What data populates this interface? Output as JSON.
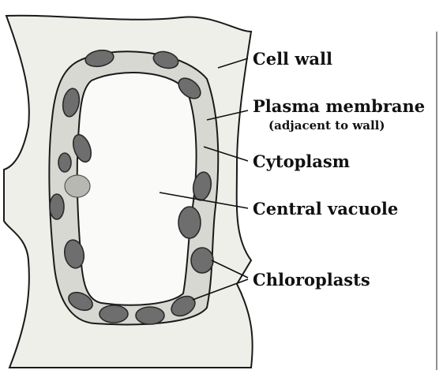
{
  "labels": {
    "cell_wall": "Cell wall",
    "plasma_membrane": "Plasma membrane",
    "plasma_membrane_note": "(adjacent to wall)",
    "cytoplasm": "Cytoplasm",
    "central_vacuole": "Central vacuole",
    "chloroplasts": "Chloroplasts"
  },
  "colors": {
    "wall": "#eeeeea",
    "cytoplasm": "#d8d8d2",
    "vacuole": "#fafaf8",
    "chloroplast": "#6e6e6e",
    "outline": "#1a1a1a"
  }
}
